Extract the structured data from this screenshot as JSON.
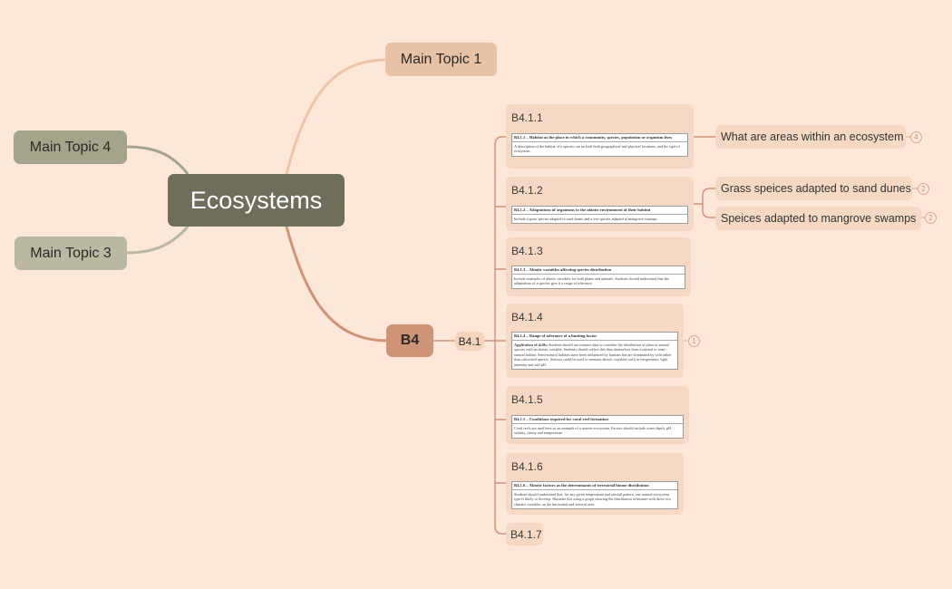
{
  "central": "Ecosystems",
  "main_topics": {
    "topic1": "Main Topic 1",
    "topic4": "Main Topic 4",
    "topic3": "Main Topic 3"
  },
  "b4": "B4",
  "b41": "B4.1",
  "cards": [
    {
      "title": "B4.1.1",
      "doc_heading": "B4.1.1 – Habitat as the place in which a community, species, population or organism lives",
      "doc_body": "A description of the habitat of a species can include both geographical and physical locations, and the type of ecosystem."
    },
    {
      "title": "B4.1.2",
      "doc_heading": "B4.1.2 – Adaptations of organisms to the abiotic environment of their habitat",
      "doc_body": "Include a grass species adapted to sand dunes and a tree species adapted to mangrove swamps."
    },
    {
      "title": "B4.1.3",
      "doc_heading": "B4.1.3 – Abiotic variables affecting species distribution",
      "doc_body": "Include examples of abiotic variables for both plants and animals. Students should understand that the adaptations of a species give it a range of tolerance."
    },
    {
      "title": "B4.1.4",
      "doc_heading": "B4.1.4 – Range of tolerance of a limiting factor",
      "doc_body_label": "Application of skills:",
      "doc_body": "Students should use transect data to correlate the distribution of plant or animal species with an abiotic variable. Students should collect this data themselves from a natural or semi-natural habitat. Semi-natural habitats have been influenced by humans but are dominated by wild rather than cultivated species. Sensors could be used to measure abiotic variables such as temperature, light intensity and soil pH."
    },
    {
      "title": "B4.1.5",
      "doc_heading": "B4.1.5 – Conditions required for coral reef formation",
      "doc_body": "Coral reefs are used here as an example of a marine ecosystem. Factors should include water depth, pH, salinity, clarity and temperature."
    },
    {
      "title": "B4.1.6",
      "doc_heading": "B4.1.6 – Abiotic factors as the determinants of terrestrial biome distribution",
      "doc_body": "Students should understand that, for any given temperature and rainfall pattern, one natural ecosystem type is likely to develop. Illustrate this using a graph showing the distribution of biomes with these two climatic variables on the horizontal and vertical axes."
    }
  ],
  "card7_title": "B4.1.7",
  "leaves": {
    "areas": "What are areas within an ecosystem",
    "grass": "Grass speices adapted to sand dunes",
    "mangrove": "Speices adapted to mangrove swamps"
  },
  "badges": {
    "areas": "4",
    "grass": "2",
    "mangrove": "2",
    "card4": "1"
  }
}
